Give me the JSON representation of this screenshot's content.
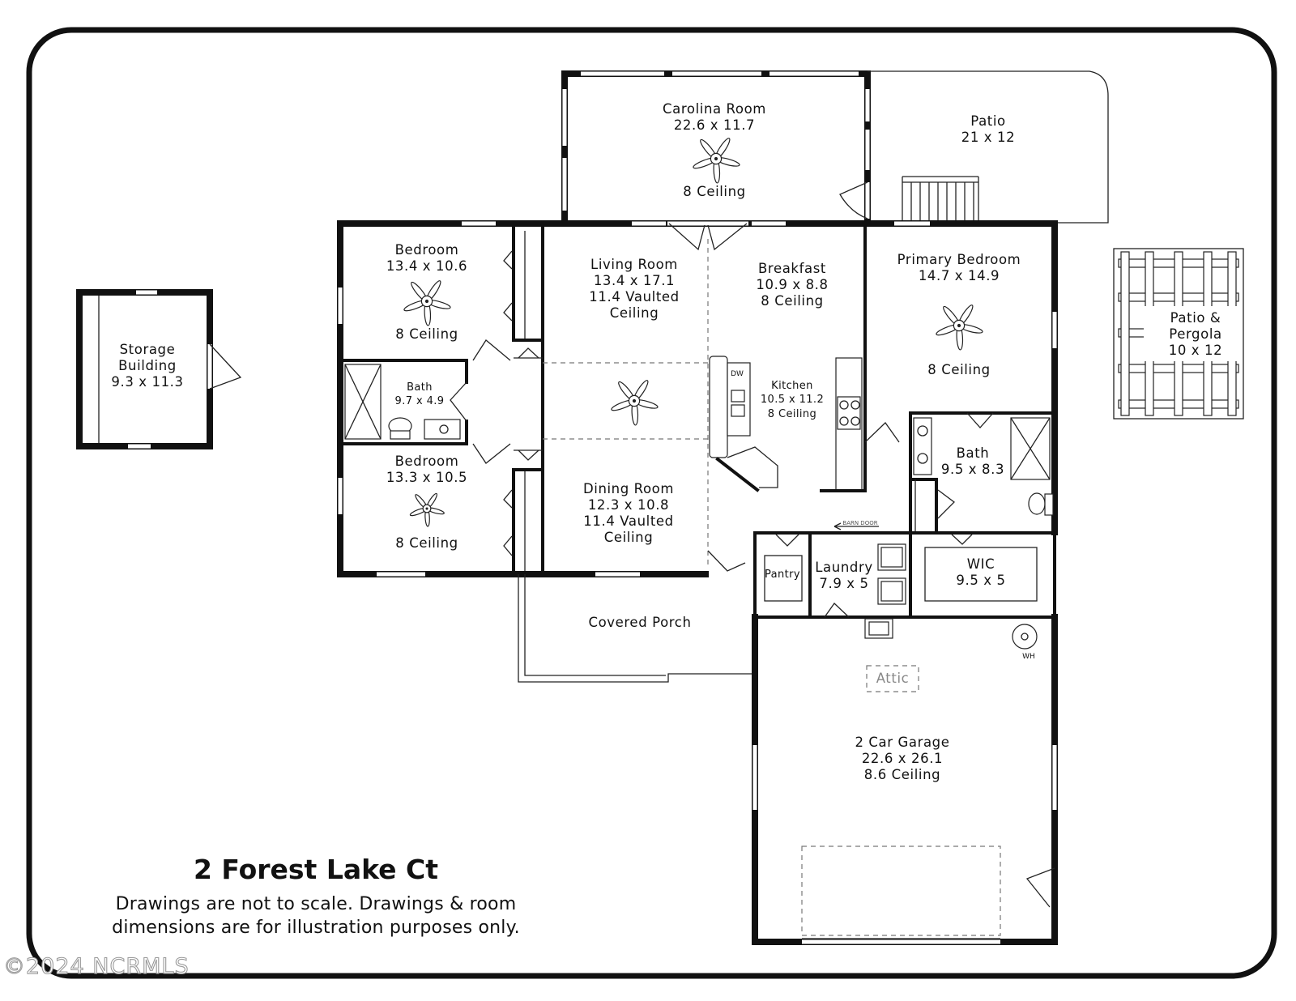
{
  "plan": {
    "rooms": [
      {
        "id": "storage",
        "lines": [
          "Storage",
          "Building",
          "9.3 x 11.3"
        ]
      },
      {
        "id": "carolina",
        "lines": [
          "Carolina Room",
          "22.6 x 11.7"
        ],
        "note": "8 Ceiling"
      },
      {
        "id": "patio",
        "lines": [
          "Patio",
          "21 x 12"
        ]
      },
      {
        "id": "bedroom1",
        "lines": [
          "Bedroom",
          "13.4 x 10.6"
        ],
        "note": "8 Ceiling"
      },
      {
        "id": "living",
        "lines": [
          "Living Room",
          "13.4 x 17.1",
          "11.4 Vaulted",
          "Ceiling"
        ]
      },
      {
        "id": "breakfast",
        "lines": [
          "Breakfast",
          "10.9 x 8.8",
          "8 Ceiling"
        ]
      },
      {
        "id": "primary",
        "lines": [
          "Primary Bedroom",
          "14.7 x 14.9"
        ],
        "note": "8 Ceiling"
      },
      {
        "id": "pergola",
        "lines": [
          "Patio &",
          "Pergola",
          "10 x 12"
        ]
      },
      {
        "id": "bath1",
        "lines": [
          "Bath",
          "9.7 x 4.9"
        ]
      },
      {
        "id": "kitchen",
        "lines": [
          "Kitchen",
          "10.5 x 11.2",
          "8 Ceiling"
        ]
      },
      {
        "id": "bath2",
        "lines": [
          "Bath",
          "9.5 x 8.3"
        ]
      },
      {
        "id": "bedroom2",
        "lines": [
          "Bedroom",
          "13.3 x 10.5"
        ],
        "note": "8 Ceiling"
      },
      {
        "id": "dining",
        "lines": [
          "Dining Room",
          "12.3 x 10.8",
          "11.4 Vaulted",
          "Ceiling"
        ]
      },
      {
        "id": "pantry",
        "lines": [
          "Pantry"
        ]
      },
      {
        "id": "laundry",
        "lines": [
          "Laundry",
          "7.9 x 5"
        ]
      },
      {
        "id": "wic",
        "lines": [
          "WIC",
          "9.5 x 5"
        ]
      },
      {
        "id": "porch",
        "lines": [
          "Covered Porch"
        ]
      },
      {
        "id": "garage",
        "lines": [
          "2 Car Garage",
          "22.6 x 26.1",
          "8.6 Ceiling"
        ]
      }
    ],
    "fixtures": {
      "dishwasher": "DW",
      "water_heater": "WH",
      "attic": "Attic",
      "barn_door": "BARN DOOR"
    }
  },
  "title": "2 Forest Lake Ct",
  "disclaimer": [
    "Drawings are not to scale. Drawings & room",
    "dimensions are for illustration purposes only."
  ],
  "watermark": "©2024 NCRMLS"
}
